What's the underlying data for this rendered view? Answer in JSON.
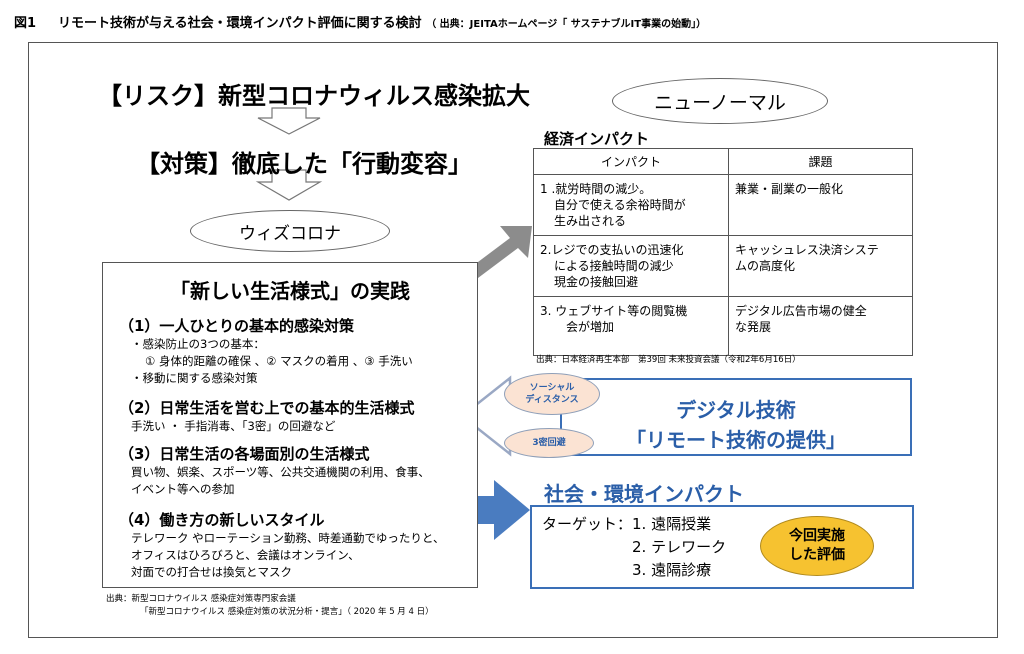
{
  "figure": {
    "number": "図1",
    "title": "リモート技術が与える社会・環境インパクト評価に関する検討",
    "source": "（ 出典：JEITAホームページ「 サステナブルIT事業の始動」）"
  },
  "flow": {
    "risk": "【リスク】新型コロナウィルス感染拡大",
    "measure": "【対策】徹底した「行動変容」",
    "with_corona": "ウィズコロナ"
  },
  "lifestyle": {
    "title": "「新しい生活様式」の実践",
    "sections": [
      {
        "heading": "（1）一人ひとりの基本的感染対策",
        "lines": [
          "・感染防止の3つの基本：",
          "① 身体的距離の確保 、② マスクの着用 、③ 手洗い",
          "・移動に関する感染対策"
        ]
      },
      {
        "heading": "（2）日常生活を営む上での基本的生活様式",
        "lines": [
          "手洗い ・ 手指消毒、「3密」の回避など"
        ]
      },
      {
        "heading": "（3）日常生活の各場面別の生活様式",
        "lines": [
          "買い物、娯楽、スポーツ等、公共交通機関の利用、食事、",
          "イベント等への参加"
        ]
      },
      {
        "heading": "（4）働き方の新しいスタイル",
        "lines": [
          "テレワーク やローテーション勤務、時差通勤でゆったりと、",
          "オフィスはひろびろと、会議はオンライン、",
          "対面での打合せは換気とマスク"
        ]
      }
    ],
    "source_line1": "出典：新型コロナウイルス 感染症対策専門家会議",
    "source_line2": "「新型コロナウイルス 感染症対策の状況分析・提言」（ 2020 年 5 月 4 日）"
  },
  "new_normal": "ニューノーマル",
  "economic": {
    "title": "経済インパクト",
    "headers": [
      "インパクト",
      "課題"
    ],
    "rows": [
      {
        "impact": [
          "1 .就労時間の減少。",
          "自分で使える余裕時間が",
          "生み出される"
        ],
        "issue": [
          "兼業・副業の一般化"
        ]
      },
      {
        "impact": [
          "2.レジでの支払いの迅速化",
          "による接触時間の減少",
          "現金の接触回避"
        ],
        "issue": [
          "キャッシュレス決済システ",
          "ムの高度化"
        ]
      },
      {
        "impact": [
          "3. ウェブサイト等の閲覧機",
          "会が増加"
        ],
        "issue": [
          "デジタル広告市場の健全",
          "な発展"
        ]
      }
    ],
    "source": "出典：日本経済再生本部　第39回 未来投資会議（令和2年6月16日）"
  },
  "digital": {
    "line1": "デジタル技術",
    "line2": "「リモート技術の提供」",
    "social_distance": [
      "ソーシャル",
      "ディスタンス"
    ],
    "three_c": "3密回避"
  },
  "impact": {
    "title": "社会・環境インパクト",
    "target_label": "ターゲット：",
    "targets": [
      "1. 遠隔授業",
      "2. テレワーク",
      "3. 遠隔診療"
    ],
    "evaluation": [
      "今回実施",
      "した評価"
    ]
  },
  "colors": {
    "accent_blue": "#2a5ea8",
    "arrow_gray": "#8c8c8c",
    "arrow_blue": "#4a7cc0",
    "pill_fill": "#fbe3d3",
    "eval_fill": "#f6c230"
  }
}
